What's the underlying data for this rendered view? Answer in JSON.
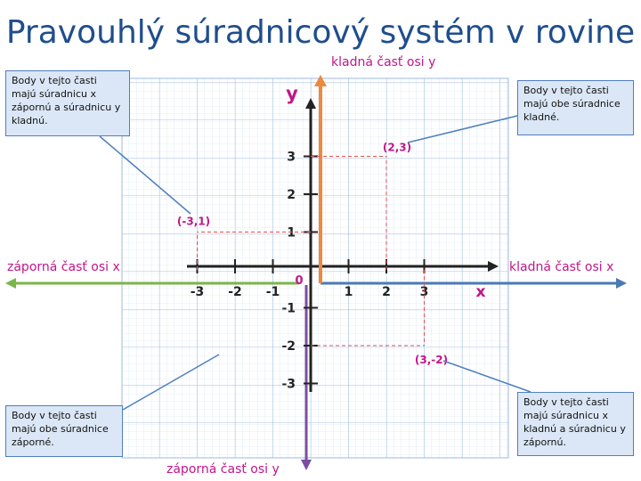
{
  "title": "Pravouhlý súradnicový systém v rovine",
  "labels": {
    "y_positive": "kladná časť osi y",
    "y_negative": "záporná časť osi y",
    "x_positive": "kladná časť osi x",
    "x_negative": "záporná časť osi x"
  },
  "boxes": {
    "top_left": "Body v tejto časti majú súradnicu x zápornú a súradnicu y kladnú.",
    "top_right": "Body v tejto časti majú obe súradnice kladné.",
    "bottom_left": "Body v tejto časti majú obe súradnice záporné.",
    "bottom_right": "Body v tejto časti majú súradnicu x kladnú a súradnicu y zápornú."
  },
  "axes": {
    "x_name": "x",
    "y_name": "y",
    "origin": "0",
    "x_ticks": [
      "-3",
      "-2",
      "-1",
      "1",
      "2",
      "3"
    ],
    "y_ticks": [
      "3",
      "2",
      "1",
      "-1",
      "-2",
      "-3"
    ]
  },
  "points": [
    {
      "label": "(2,3)",
      "x": 2,
      "y": 3
    },
    {
      "label": "(-3,1)",
      "x": -3,
      "y": 1
    },
    {
      "label": "(3,-2)",
      "x": 3,
      "y": -2
    }
  ],
  "colors": {
    "title": "#1f4e8c",
    "label": "#c0168a",
    "x_positive": "#4a7ab5",
    "x_negative": "#7ab648",
    "y_positive": "#f0883c",
    "y_negative": "#7b4ea2",
    "point_label": "#c0168a"
  }
}
